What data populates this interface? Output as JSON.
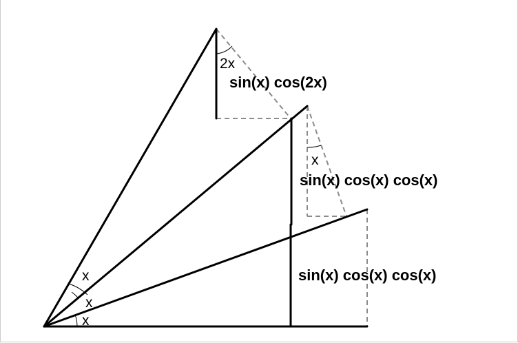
{
  "angle_labels": {
    "bottom": "x",
    "middle": "x",
    "top": "x",
    "top_apex": "2x",
    "middle_apex": "x"
  },
  "segment_labels": {
    "top": "sin(x) cos(2x)",
    "middle": "sin(x) cos(x) cos(x)",
    "bottom": "sin(x) cos(x) cos(x)"
  },
  "colors": {
    "solid": "#000000",
    "dashed": "#8a8a8a"
  }
}
